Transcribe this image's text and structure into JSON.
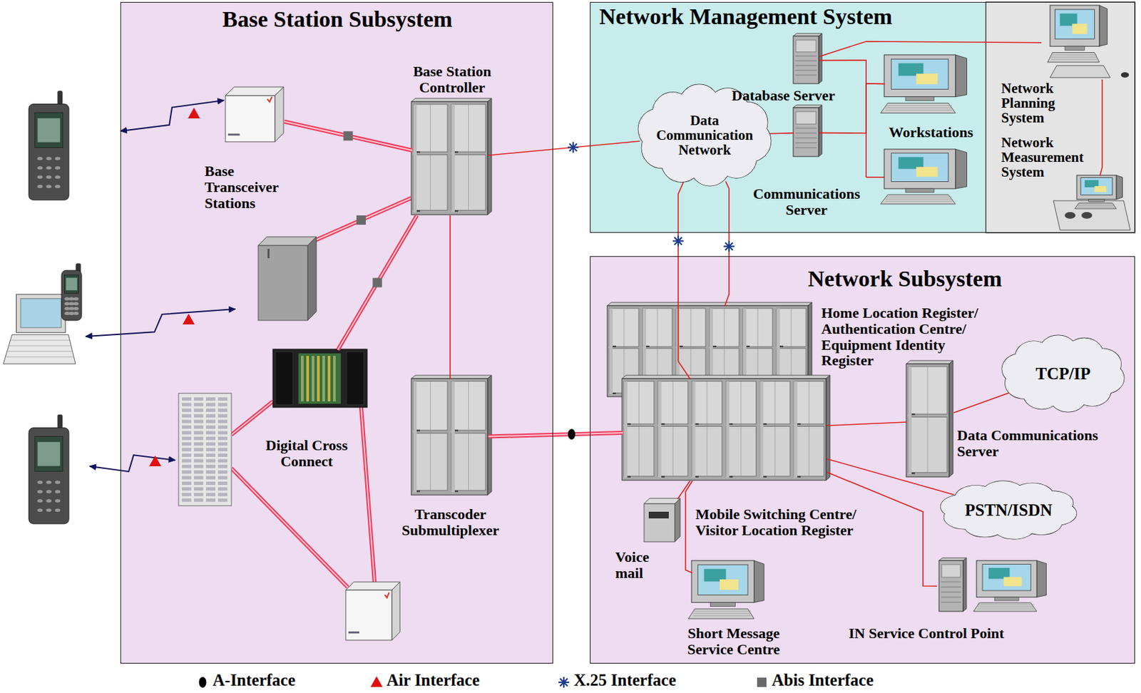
{
  "diagram": {
    "nodes": [
      {
        "text": [
          "Base Station Subsystem"
        ]
      },
      {
        "text": [
          "Base Transceiver Stations"
        ],
        "in": 0
      },
      {
        "text": [
          "Base Station Controller"
        ],
        "in": 0
      },
      {
        "text": [
          "Digital Cross Connect"
        ],
        "in": 0
      },
      {
        "text": [
          "Transcoder Submultiplexer"
        ],
        "in": 0
      },
      {
        "text": [
          "Network Management System"
        ]
      },
      {
        "text": [
          "Data Communication Network"
        ],
        "in": 5
      },
      {
        "text": [
          "Database Server"
        ],
        "in": 5
      },
      {
        "text": [
          "Communications Server"
        ],
        "in": 5
      },
      {
        "text": [
          "Workstations"
        ],
        "in": 5
      },
      {
        "text": [
          "Network Planning System"
        ],
        "in": 5
      },
      {
        "text": [
          "Network Measurement System"
        ],
        "in": 5
      },
      {
        "text": [
          "Network Subsystem"
        ]
      },
      {
        "text": [
          "Home Location Register/ Authentication Centre/ Equipment Identity Register"
        ],
        "in": 12
      },
      {
        "text": [
          "TCP/IP"
        ],
        "in": 12
      },
      {
        "text": [
          "Data Communications Server"
        ],
        "in": 12
      },
      {
        "text": [
          "Mobile Switching Centre/ Visitor Location Register"
        ],
        "in": 12
      },
      {
        "text": [
          "PSTN/ISDN"
        ],
        "in": 12
      },
      {
        "text": [
          "Voice mail"
        ],
        "in": 12
      },
      {
        "text": [
          "Short Message Service Centre"
        ],
        "in": 12
      },
      {
        "text": [
          "IN Service Control Point"
        ],
        "in": 12
      }
    ],
    "edges": [
      {
        "from": 1,
        "to": 2,
        "arrow": "none"
      },
      {
        "from": 3,
        "to": 2,
        "arrow": "none"
      },
      {
        "from": 2,
        "to": 6,
        "arrow": "none"
      },
      {
        "from": 2,
        "to": 4,
        "arrow": "none"
      },
      {
        "from": 4,
        "to": 16,
        "arrow": "none"
      },
      {
        "from": 6,
        "to": 16,
        "arrow": "none"
      },
      {
        "from": 6,
        "to": 13,
        "arrow": "none"
      },
      {
        "from": 6,
        "to": 8,
        "arrow": "none"
      },
      {
        "from": 7,
        "to": 9,
        "arrow": "none"
      },
      {
        "from": 8,
        "to": 9,
        "arrow": "none"
      },
      {
        "from": 7,
        "to": 10,
        "arrow": "none"
      },
      {
        "from": 10,
        "to": 11,
        "arrow": "none"
      },
      {
        "from": 16,
        "to": 15,
        "arrow": "none"
      },
      {
        "from": 15,
        "to": 14,
        "arrow": "none"
      },
      {
        "from": 16,
        "to": 17,
        "arrow": "none"
      },
      {
        "from": 16,
        "to": 20,
        "arrow": "none"
      },
      {
        "from": 16,
        "to": 18,
        "arrow": "none"
      },
      {
        "from": 16,
        "to": 19,
        "arrow": "none"
      }
    ],
    "legend": [
      {
        "text": "A-Interface"
      },
      {
        "text": "Air Interface"
      },
      {
        "text": "X.25 Interface"
      },
      {
        "text": "Abis Interface"
      }
    ]
  }
}
